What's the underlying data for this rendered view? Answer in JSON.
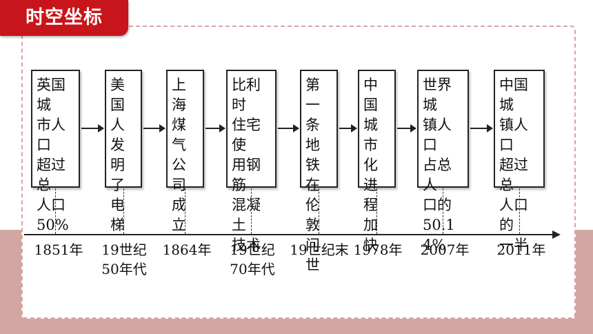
{
  "title": "时空坐标",
  "events": [
    {
      "text": "英国城\n市人口\n超过总\n人口\n50%",
      "date": "1851年"
    },
    {
      "text": "美国\n人发\n明了\n电梯",
      "date": "19世纪\n50年代"
    },
    {
      "text": "上海\n煤气\n公司\n成立",
      "date": "1864年"
    },
    {
      "text": "比利时\n住宅使\n用钢筋\n混凝土\n技术",
      "date": "19世纪\n70年代"
    },
    {
      "text": "第一\n条地\n铁在\n伦敦\n问世",
      "date": "19世纪末"
    },
    {
      "text": "中国\n城市\n化进\n程加\n快",
      "date": "1978年"
    },
    {
      "text": "世界城\n镇人口\n占总人\n口的\n50.14%",
      "date": "2007年"
    },
    {
      "text": "中国城\n镇人口\n超过总\n人口的\n一半",
      "date": "2011年"
    }
  ]
}
